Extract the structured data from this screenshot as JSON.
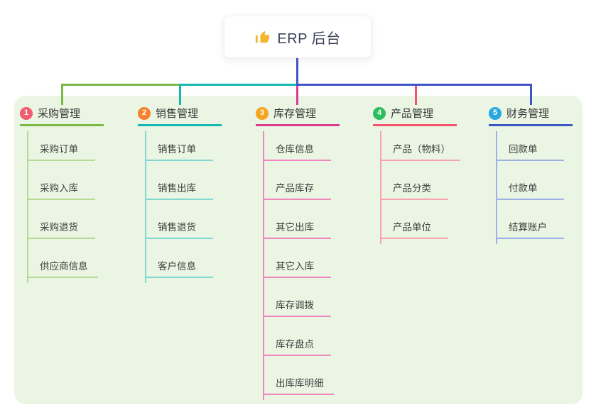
{
  "root": {
    "title": "ERP 后台",
    "icon": "thumbs-up-icon",
    "icon_color": "#f5b72f"
  },
  "panel_color": "#eaf6e3",
  "branches": [
    {
      "index": "1",
      "label": "采购管理",
      "line_color": "#7cb944",
      "child_line_color": "#b7db97",
      "badge_color": "#f25b70",
      "children": [
        {
          "label": "采购订单"
        },
        {
          "label": "采购入库"
        },
        {
          "label": "采购退货"
        },
        {
          "label": "供应商信息"
        }
      ]
    },
    {
      "index": "2",
      "label": "销售管理",
      "line_color": "#14b8af",
      "child_line_color": "#82d7d0",
      "badge_color": "#f8812f",
      "children": [
        {
          "label": "销售订单"
        },
        {
          "label": "销售出库"
        },
        {
          "label": "销售退货"
        },
        {
          "label": "客户信息"
        }
      ]
    },
    {
      "index": "3",
      "label": "库存管理",
      "line_color": "#df3a92",
      "child_line_color": "#ef87bd",
      "badge_color": "#f7a420",
      "children": [
        {
          "label": "仓库信息"
        },
        {
          "label": "产品库存"
        },
        {
          "label": "其它出库"
        },
        {
          "label": "其它入库"
        },
        {
          "label": "库存调拨"
        },
        {
          "label": "库存盘点"
        },
        {
          "label": "出库库明细"
        }
      ]
    },
    {
      "index": "4",
      "label": "产品管理",
      "line_color": "#f4546c",
      "child_line_color": "#f8a3ad",
      "badge_color": "#2dbd60",
      "children": [
        {
          "label": "产品（物料）"
        },
        {
          "label": "产品分类"
        },
        {
          "label": "产品单位"
        }
      ]
    },
    {
      "index": "5",
      "label": "财务管理",
      "line_color": "#3e56c4",
      "child_line_color": "#9db1e4",
      "badge_color": "#2aa8e0",
      "children": [
        {
          "label": "回款单"
        },
        {
          "label": "付款单"
        },
        {
          "label": "结算账户"
        }
      ]
    }
  ]
}
